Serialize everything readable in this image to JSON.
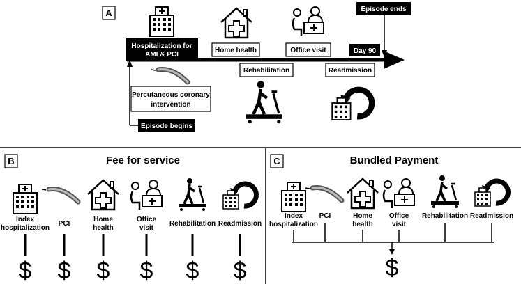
{
  "panel_a": {
    "letter": "A",
    "hospitalization": "Hospitalization for\nAMI & PCI",
    "home_health": "Home health",
    "office_visit": "Office visit",
    "day90": "Day 90",
    "episode_ends": "Episode ends",
    "rehabilitation": "Rehabilitation",
    "readmission": "Readmission",
    "pci": "Percutaneous coronary\nintervention",
    "episode_begins": "Episode begins"
  },
  "panel_b": {
    "letter": "B",
    "title": "Fee for service",
    "items": [
      "Index\nhospitalization",
      "PCI",
      "Home\nhealth",
      "Office\nvisit",
      "Rehabilitation",
      "Readmission"
    ],
    "dollar": "$"
  },
  "panel_c": {
    "letter": "C",
    "title": "Bundled Payment",
    "items": [
      "Index\nhospitalization",
      "PCI",
      "Home\nhealth",
      "Office\nvisit",
      "Rehabilitation",
      "Readmission"
    ],
    "dollar": "$"
  },
  "icons": [
    "hospital-icon",
    "catheter-icon",
    "home-health-icon",
    "office-visit-icon",
    "treadmill-icon",
    "readmission-icon"
  ]
}
